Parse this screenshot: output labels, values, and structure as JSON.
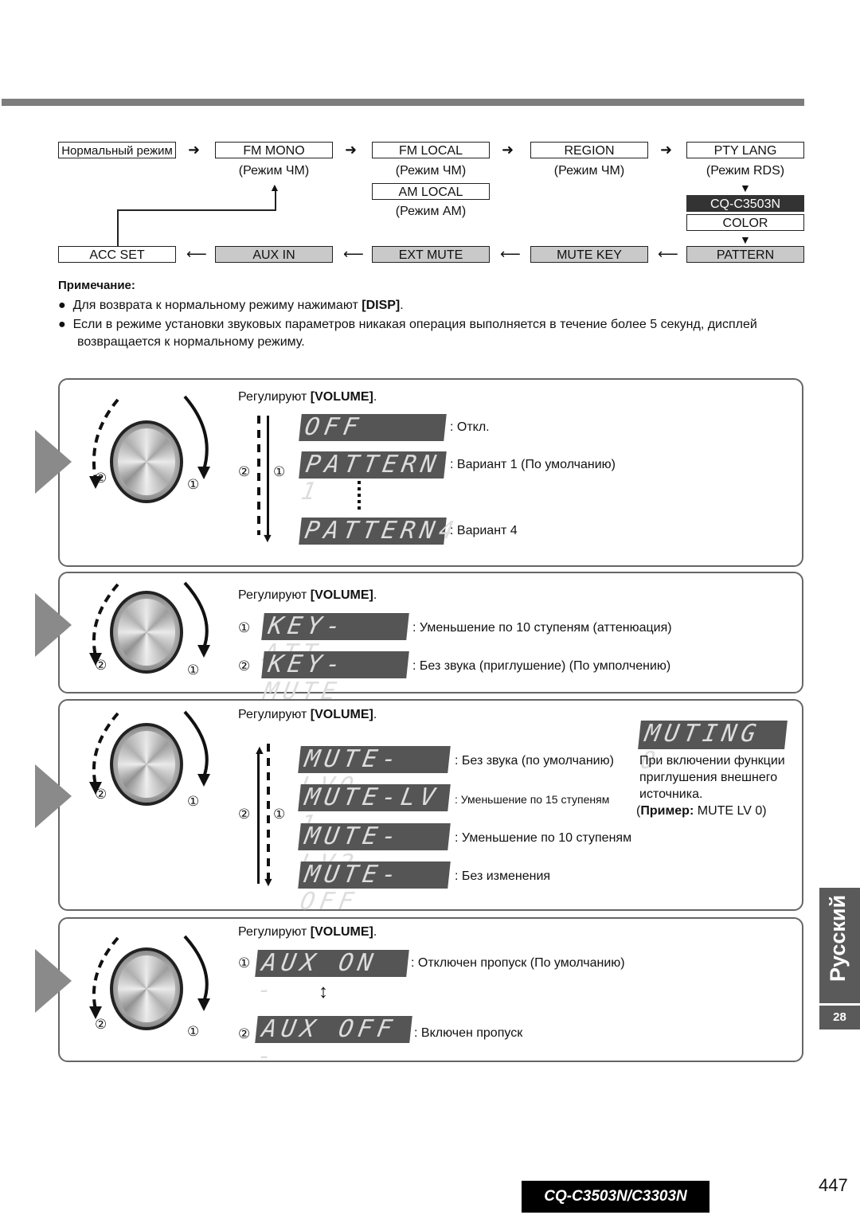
{
  "flow": {
    "normal": "Нормальный режим",
    "fm_mono": "FM MONO",
    "fm_mono_sub": "(Режим ЧМ)",
    "fm_local": "FM LOCAL",
    "fm_local_sub": "(Режим ЧМ)",
    "am_local": "AM LOCAL",
    "am_local_sub": "(Режим АМ)",
    "region": "REGION",
    "region_sub": "(Режим ЧМ)",
    "pty_lang": "PTY LANG",
    "pty_lang_sub": "(Режим RDS)",
    "model": "CQ-C3503N",
    "color": "COLOR",
    "pattern": "PATTERN",
    "mute_key": "MUTE KEY",
    "ext_mute": "EXT MUTE",
    "aux_in": "AUX IN",
    "acc_set": "ACC SET"
  },
  "note": {
    "heading": "Примечание:",
    "item1": "Для возврата к нормальному режиму нажимают",
    "item1_key": "[DISP]",
    "item2_line1": "Если в режиме установки звуковых параметров никакая операция выполняется в течение более 5 секунд, дисплей",
    "item2_line2": "возвращается к нормальному режиму."
  },
  "common": {
    "adjust": "Регулируют",
    "volume": "[VOLUME]",
    "c1": "①",
    "c2": "②"
  },
  "panel1": {
    "lcd1": "OFF",
    "lab1": ": Откл.",
    "lcd2": "PATTERN 1",
    "lab2": ": Вариант 1 (По умолчанию)",
    "lcd3": "PATTERN4",
    "lab3": ": Вариант 4"
  },
  "panel2": {
    "lcd1": "KEY-ATT-",
    "lab1": ": Уменьшение по 10 ступеням (аттенюация)",
    "lcd2": "KEY-MUTE",
    "lab2": ": Без звука (приглушение) (По умполчению)"
  },
  "panel3": {
    "lcd1": "MUTE-LV0",
    "lab1": ": Без звука (по умолчанию)",
    "lcd2": "MUTE-LV 1",
    "lab2": ": Уменьшение по 15 ступеням",
    "lcd3": "MUTE-LV2",
    "lab3": ": Уменьшение по 10 ступеням",
    "lcd4": "MUTE-OFF",
    "lab4": ": Без изменения",
    "side_lcd": "MUTING 0",
    "side1": "При включении функции",
    "side2": "приглушения внешнего",
    "side3": "источника.",
    "side_ex_label": "Пример:",
    "side_ex_value": "MUTE LV 0)",
    "side_ex_open": "("
  },
  "panel4": {
    "lcd1": "AUX ON -",
    "lab1": ": Отключен пропуск (По умолчанию)",
    "lcd2": "AUX OFF -",
    "lab2": ": Включен пропуск"
  },
  "tab": {
    "lang": "Русский",
    "num": "28"
  },
  "footer": {
    "model": "CQ-C3503N/C3303N",
    "page": "447"
  }
}
